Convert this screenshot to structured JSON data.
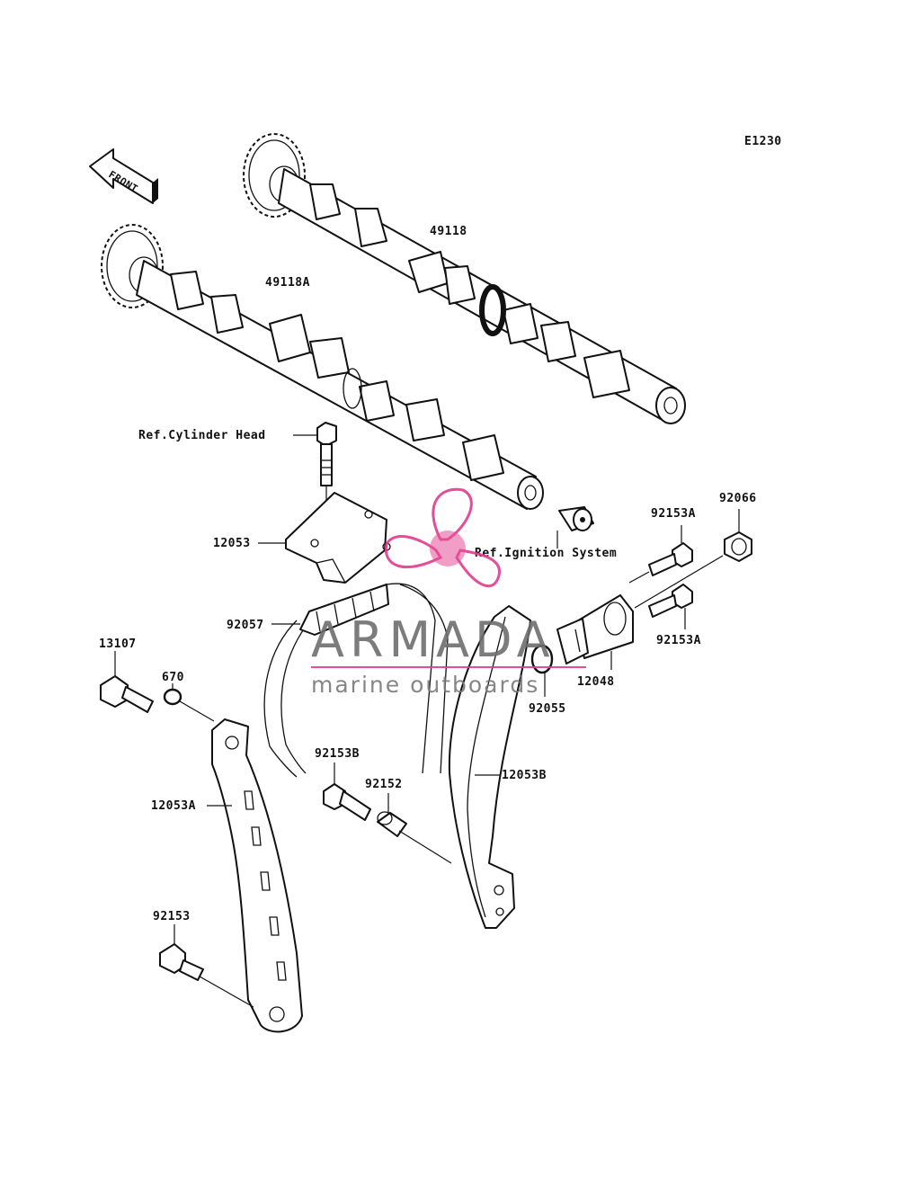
{
  "diagram_code": "E1230",
  "front_label": "FRONT",
  "watermark": {
    "brand": "ARMADA",
    "tagline": "marine outboards",
    "accent_color": "#e23a8c"
  },
  "labels": {
    "p49118": "49118",
    "p49118A": "49118A",
    "ref_cylinder_head": "Ref.Cylinder Head",
    "ref_ignition_system": "Ref.Ignition System",
    "p12053": "12053",
    "p92057": "92057",
    "p13107": "13107",
    "p670": "670",
    "p12053A": "12053A",
    "p92153": "92153",
    "p92153B": "92153B",
    "p92152": "92152",
    "p12053B": "12053B",
    "p92055": "92055",
    "p12048": "12048",
    "p92153A_top": "92153A",
    "p92153A_bottom": "92153A",
    "p92066": "92066"
  }
}
